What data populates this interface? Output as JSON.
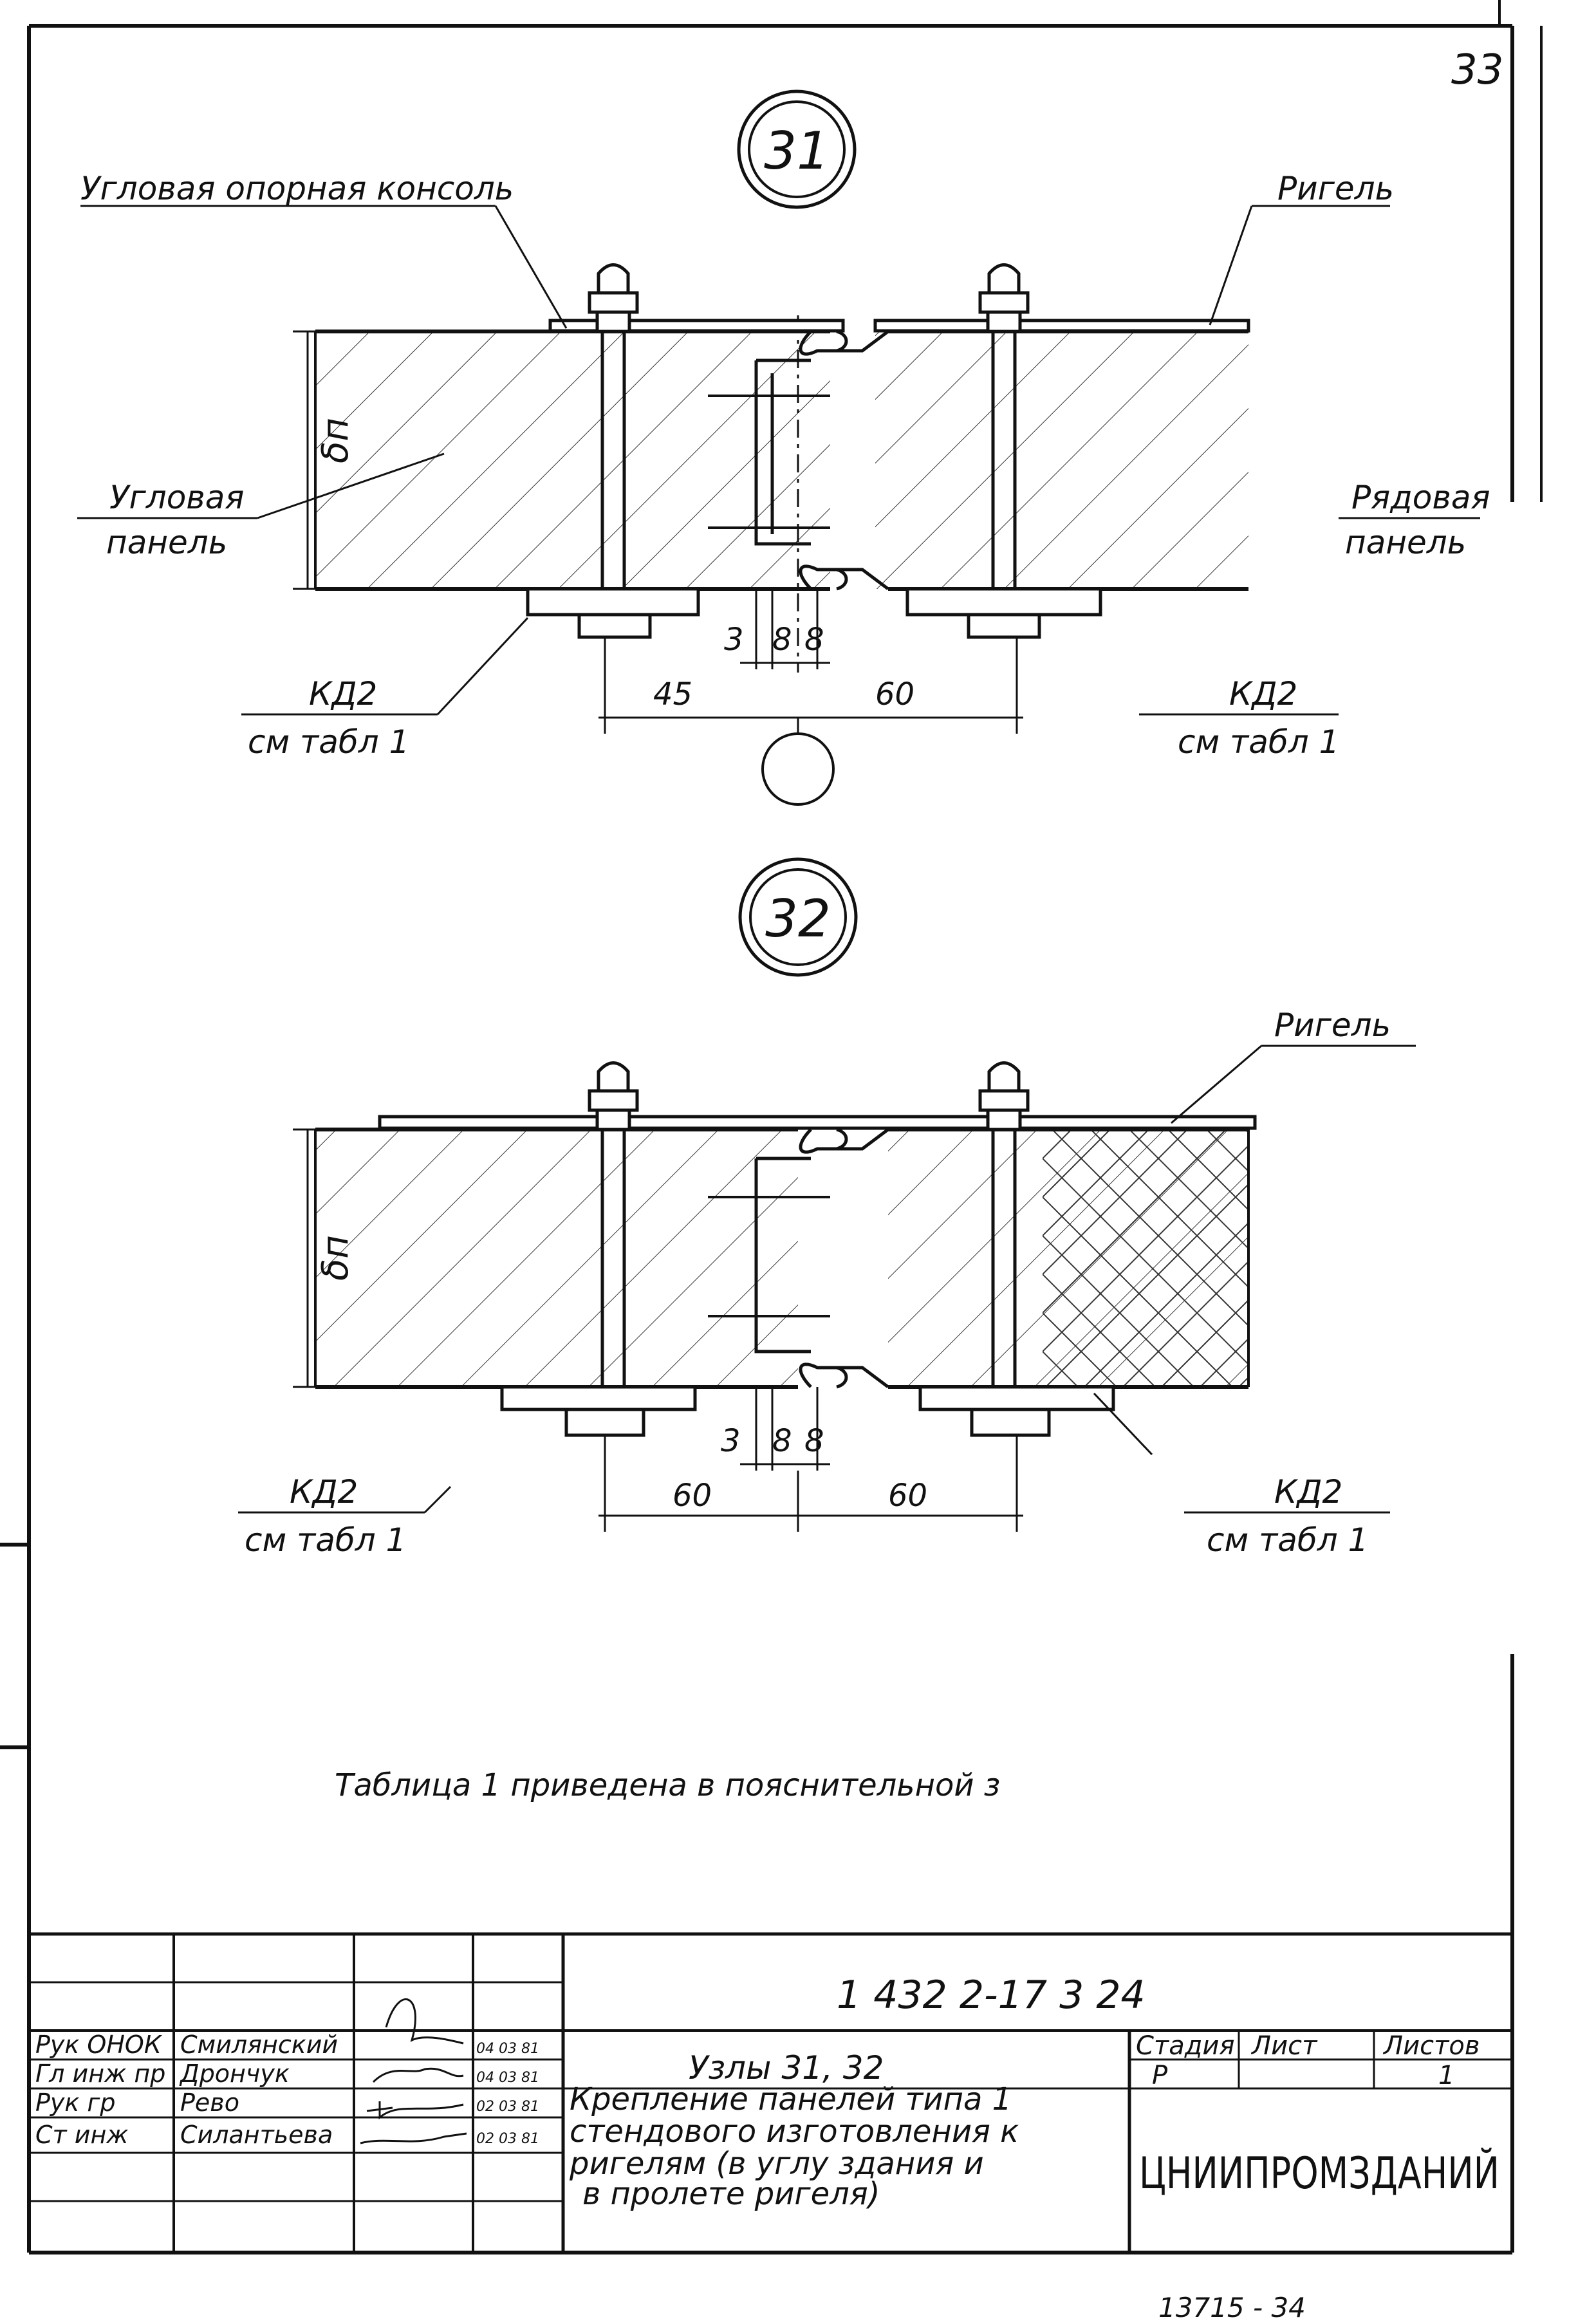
{
  "page_number": "33",
  "detail_31": {
    "node_number": "31",
    "label_corner_bracket": "Угловая опорная консоль",
    "label_girder": "Ригель",
    "label_corner_panel_line1": "Угловая",
    "label_corner_panel_line2": "панель",
    "label_row_panel_line1": "Рядовая",
    "label_row_panel_line2": "панель",
    "thickness_symbol": "δп",
    "dim_3": "3",
    "dim_8a": "8",
    "dim_8b": "8",
    "dim_left": "45",
    "dim_right": "60",
    "kd_left_top": "КД2",
    "kd_left_bottom": "см табл 1",
    "kd_right_top": "КД2",
    "kd_right_bottom": "см табл 1"
  },
  "detail_32": {
    "node_number": "32",
    "label_girder": "Ригель",
    "thickness_symbol": "δп",
    "dim_3": "3",
    "dim_8a": "8",
    "dim_8b": "8",
    "dim_left": "60",
    "dim_right": "60",
    "kd_left_top": "КД2",
    "kd_left_bottom": "см табл 1",
    "kd_right_top": "КД2",
    "kd_right_bottom": "см табл 1"
  },
  "note": "Таблица 1 приведена в пояснительной з",
  "title_block": {
    "document_code": "1 432 2-17 3  24",
    "rows": [
      {
        "role": "Рук ОНОК",
        "name": "Смилянский",
        "date": "04 03 81"
      },
      {
        "role": "Гл инж пр",
        "name": "Дрончук",
        "date": "04 03 81"
      },
      {
        "role": "Рук гр",
        "name": "Рево",
        "date": "02 03 81"
      },
      {
        "role": "Ст инж",
        "name": "Силантьева",
        "date": "02 03 81"
      }
    ],
    "title_line1": "Узлы 31, 32",
    "title_line2": "Крепление панелей типа 1",
    "title_line3": "стендового изготовления к",
    "title_line4": "ригелям (в углу здания и",
    "title_line5": "в пролете ригеля)",
    "stage_header": "Стадия",
    "sheet_header": "Лист",
    "sheets_header": "Листов",
    "stage_value": "Р",
    "sheet_value": "",
    "sheets_value": "1",
    "organization": "ЦНИИПРОМЗДАНИЙ"
  },
  "archive_number": "13715  - 34"
}
